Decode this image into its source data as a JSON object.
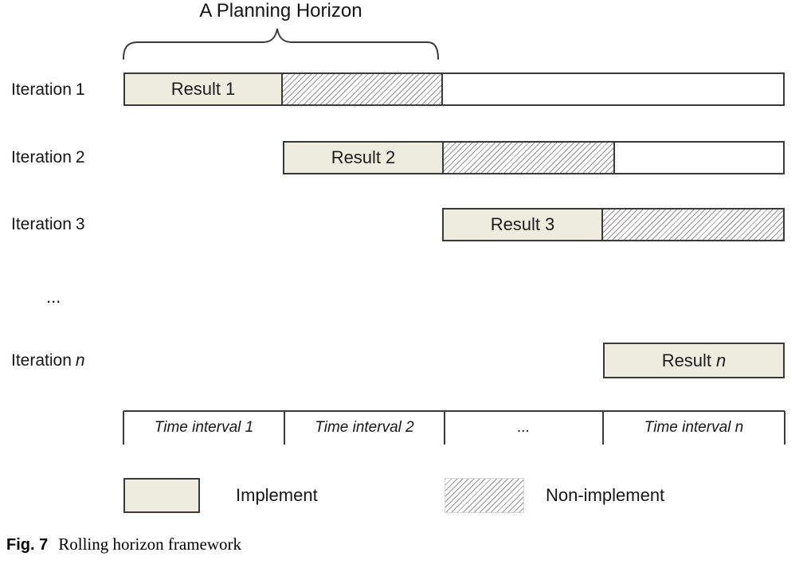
{
  "title": "A Planning Horizon",
  "iterations": [
    {
      "label_prefix": "Iteration",
      "label_num": "1",
      "result_prefix": "Result",
      "result_num": "1"
    },
    {
      "label_prefix": "Iteration",
      "label_num": "2",
      "result_prefix": "Result",
      "result_num": "2"
    },
    {
      "label_prefix": "Iteration",
      "label_num": "3",
      "result_prefix": "Result",
      "result_num": "3"
    },
    {
      "label_prefix": "Iteration",
      "label_num": "n",
      "result_prefix": "Result",
      "result_num": "n"
    }
  ],
  "ellipsis": "...",
  "time_axis": {
    "labels": [
      "Time interval 1",
      "Time interval 2",
      "...",
      "Time interval n"
    ]
  },
  "legend": {
    "implement": "Implement",
    "non_implement": "Non-implement"
  },
  "caption": {
    "label": "Fig. 7",
    "text": "Rolling horizon framework"
  },
  "colors": {
    "implement_fill": "#eeecdf",
    "outline": "#3a3a3a",
    "hatch_line": "#8f8f8f"
  }
}
